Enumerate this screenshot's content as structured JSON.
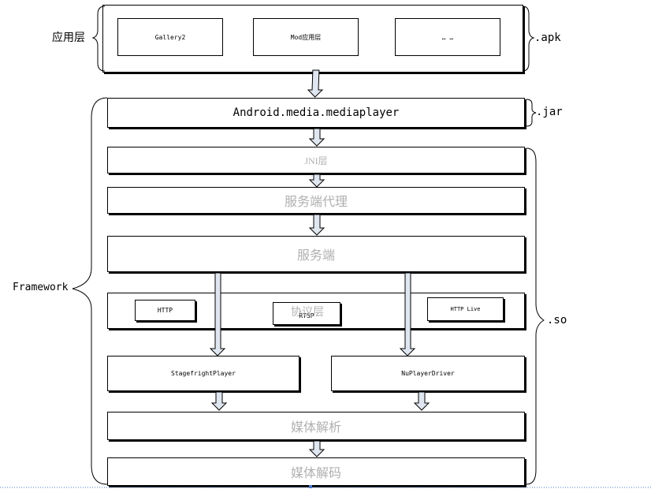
{
  "app_layer": {
    "label": "应用层",
    "suffix": ".apk",
    "apps": [
      "Gallery2",
      "Mod应用层",
      "… …"
    ]
  },
  "framework": {
    "label": "Framework",
    "jar_suffix": ".jar",
    "so_suffix": ".so",
    "mediaplayer": "Android.media.mediaplayer",
    "jni": "JNI层",
    "server_proxy": "服务端代理",
    "server": "服务端",
    "protocol": {
      "label": "协议层",
      "items": [
        "HTTP",
        "RTSP",
        "HTTP Live"
      ]
    },
    "players": [
      "StagefrightPlayer",
      "NuPlayerDriver"
    ],
    "media_parse": "媒体解析",
    "media_decode": "媒体解码"
  },
  "colors": {
    "arrow_fill": "#dfe6f0",
    "label_gray": "#b0b0b0",
    "dots": "#4a78c8"
  }
}
